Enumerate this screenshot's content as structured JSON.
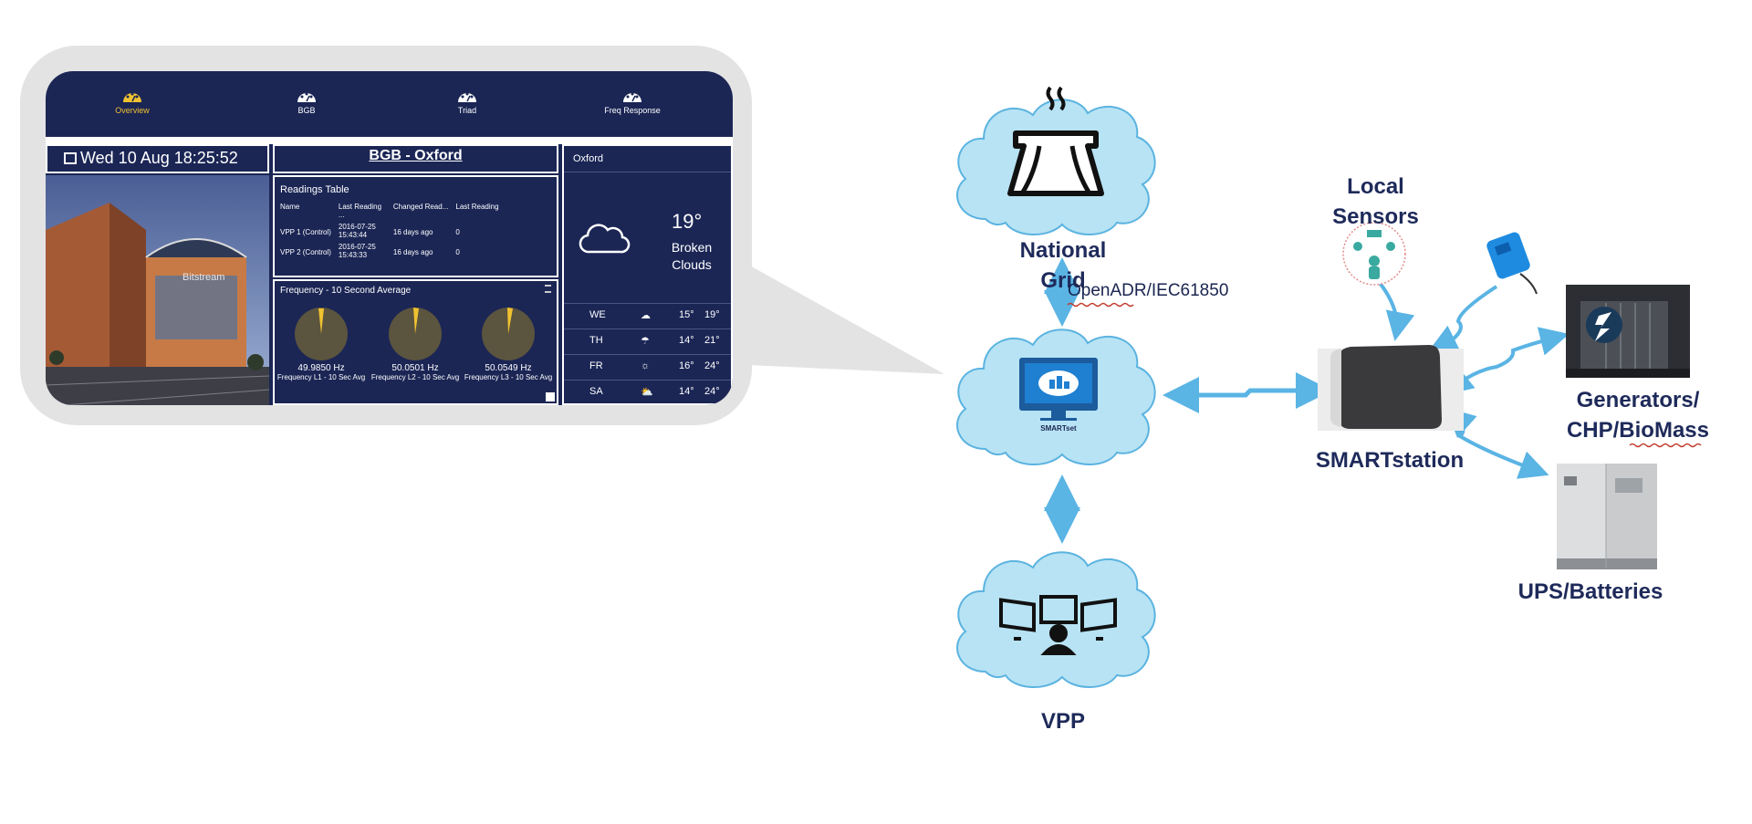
{
  "dashboard": {
    "nav": [
      {
        "label": "Overview",
        "active": true,
        "icon": "gauge-icon"
      },
      {
        "label": "BGB",
        "active": false,
        "icon": "gauge-icon"
      },
      {
        "label": "Triad",
        "active": false,
        "icon": "gauge-icon"
      },
      {
        "label": "Freq Response",
        "active": false,
        "icon": "gauge-icon"
      }
    ],
    "datetime": "Wed 10 Aug 18:25:52",
    "site_title": "BGB - Oxford",
    "readings": {
      "title": "Readings Table",
      "columns": [
        "Name",
        "Last Reading ...",
        "Changed Read...",
        "Last Reading"
      ],
      "rows": [
        [
          "VPP 1 (Control)",
          "2016-07-25 15:43:44",
          "16 days ago",
          "0"
        ],
        [
          "VPP 2 (Control)",
          "2016-07-25 15:43:33",
          "16 days ago",
          "0"
        ]
      ]
    },
    "frequency": {
      "title": "Frequency - 10 Second Average",
      "gauges": [
        {
          "value": "49.9850 Hz",
          "caption": "Frequency L1 - 10 Sec Avg"
        },
        {
          "value": "50.0501 Hz",
          "caption": "Frequency L2 - 10 Sec Avg"
        },
        {
          "value": "50.0549 Hz",
          "caption": "Frequency L3 - 10 Sec Avg"
        }
      ]
    },
    "weather": {
      "location": "Oxford",
      "temp": "19°",
      "desc_line1": "Broken",
      "desc_line2": "Clouds",
      "forecast": [
        {
          "day": "WE",
          "low": "15°",
          "high": "19°"
        },
        {
          "day": "TH",
          "low": "14°",
          "high": "21°"
        },
        {
          "day": "FR",
          "low": "16°",
          "high": "24°"
        },
        {
          "day": "SA",
          "low": "14°",
          "high": "24°"
        }
      ]
    },
    "building_sign": "Bitstream"
  },
  "diagram": {
    "national_grid": "National Grid",
    "protocol": "OpenADR/IEC61850",
    "smartset_caption": "SMARTset",
    "vpp": "VPP",
    "local_sensors": "Local Sensors",
    "smartstation": "SMARTstation",
    "generators": "Generators/ CHP/BioMass",
    "ups": "UPS/Batteries"
  },
  "colors": {
    "navy": "#1b2655",
    "label": "#1e2a5a",
    "cloud": "#b7e3f4",
    "cloud_stroke": "#5bb3e0",
    "arrow": "#5ab4e4",
    "accent": "#f0c230"
  }
}
